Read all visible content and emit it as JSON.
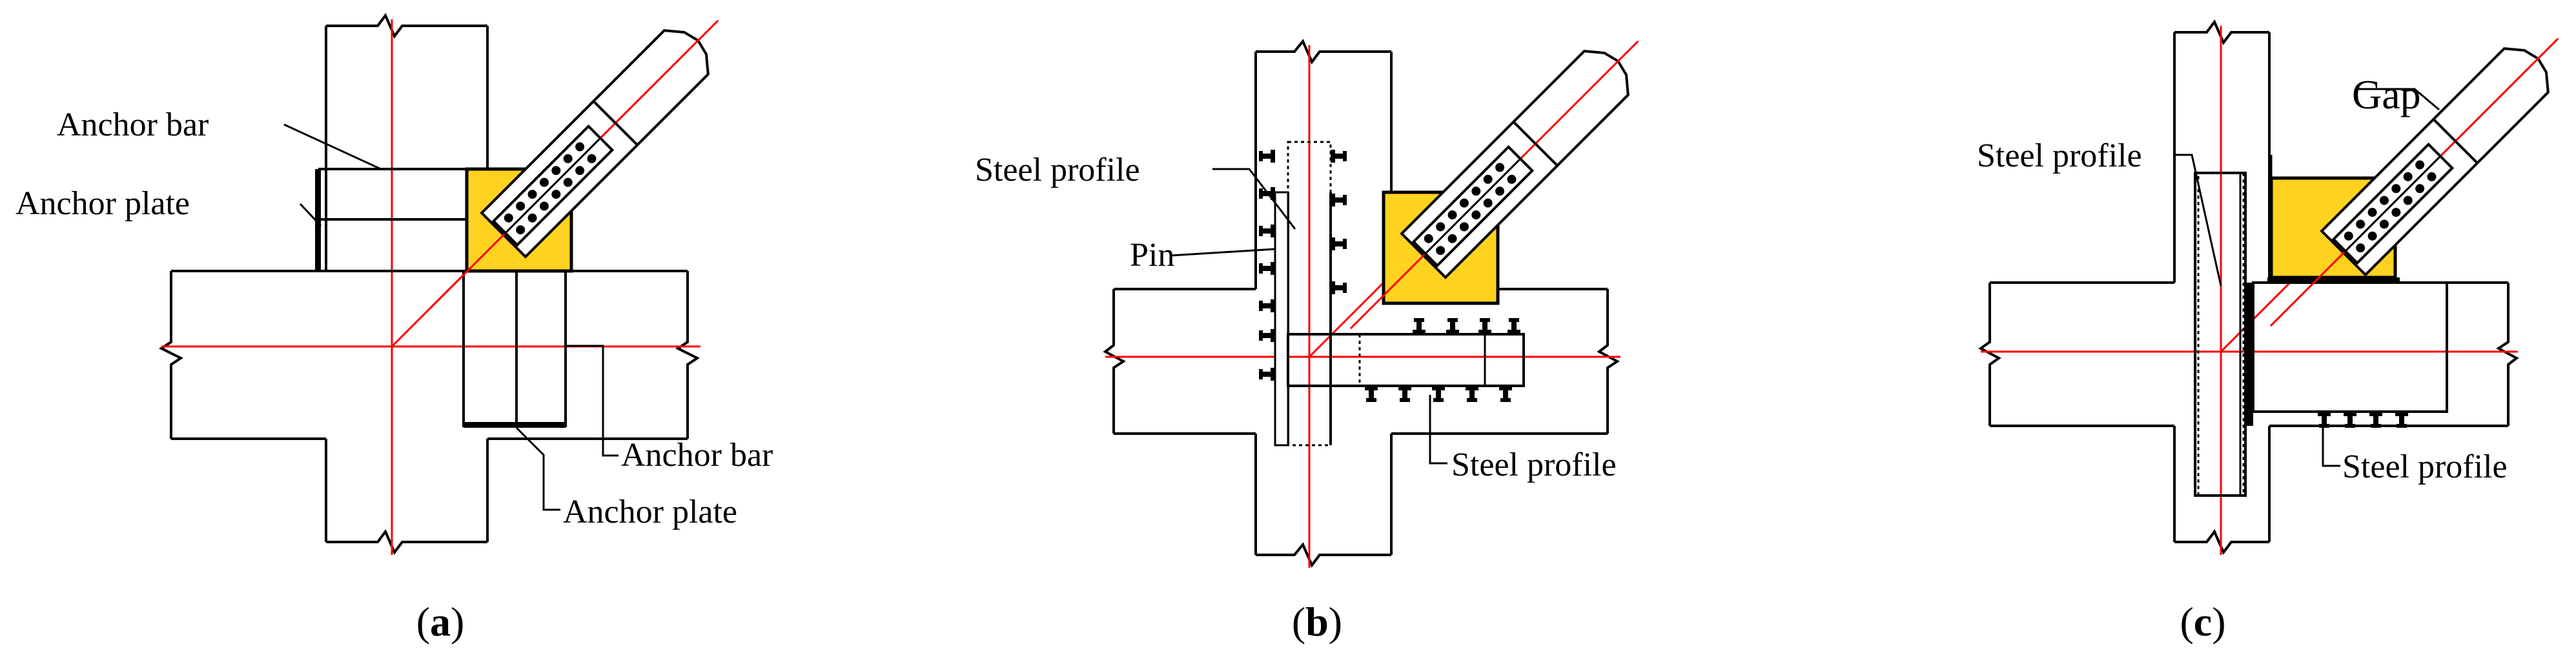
{
  "colors": {
    "line": "#000000",
    "centerline": "#ff0000",
    "gusset_fill": "#ffd21f"
  },
  "panels": {
    "a": {
      "caption_open": "(",
      "caption_letter": "a",
      "caption_close": ")",
      "labels": {
        "anchor_bar_top": "Anchor bar",
        "anchor_plate_top": "Anchor plate",
        "anchor_bar_bottom": "Anchor bar",
        "anchor_plate_bottom": "Anchor plate"
      }
    },
    "b": {
      "caption_open": "(",
      "caption_letter": "b",
      "caption_close": ")",
      "labels": {
        "steel_profile_top": "Steel profile",
        "pin": "Pin",
        "steel_profile_bottom": "Steel profile"
      }
    },
    "c": {
      "caption_open": "(",
      "caption_letter": "c",
      "caption_close": ")",
      "labels": {
        "gap": "Gap",
        "steel_profile_top": "Steel profile",
        "steel_profile_bottom": "Steel profile"
      }
    }
  }
}
